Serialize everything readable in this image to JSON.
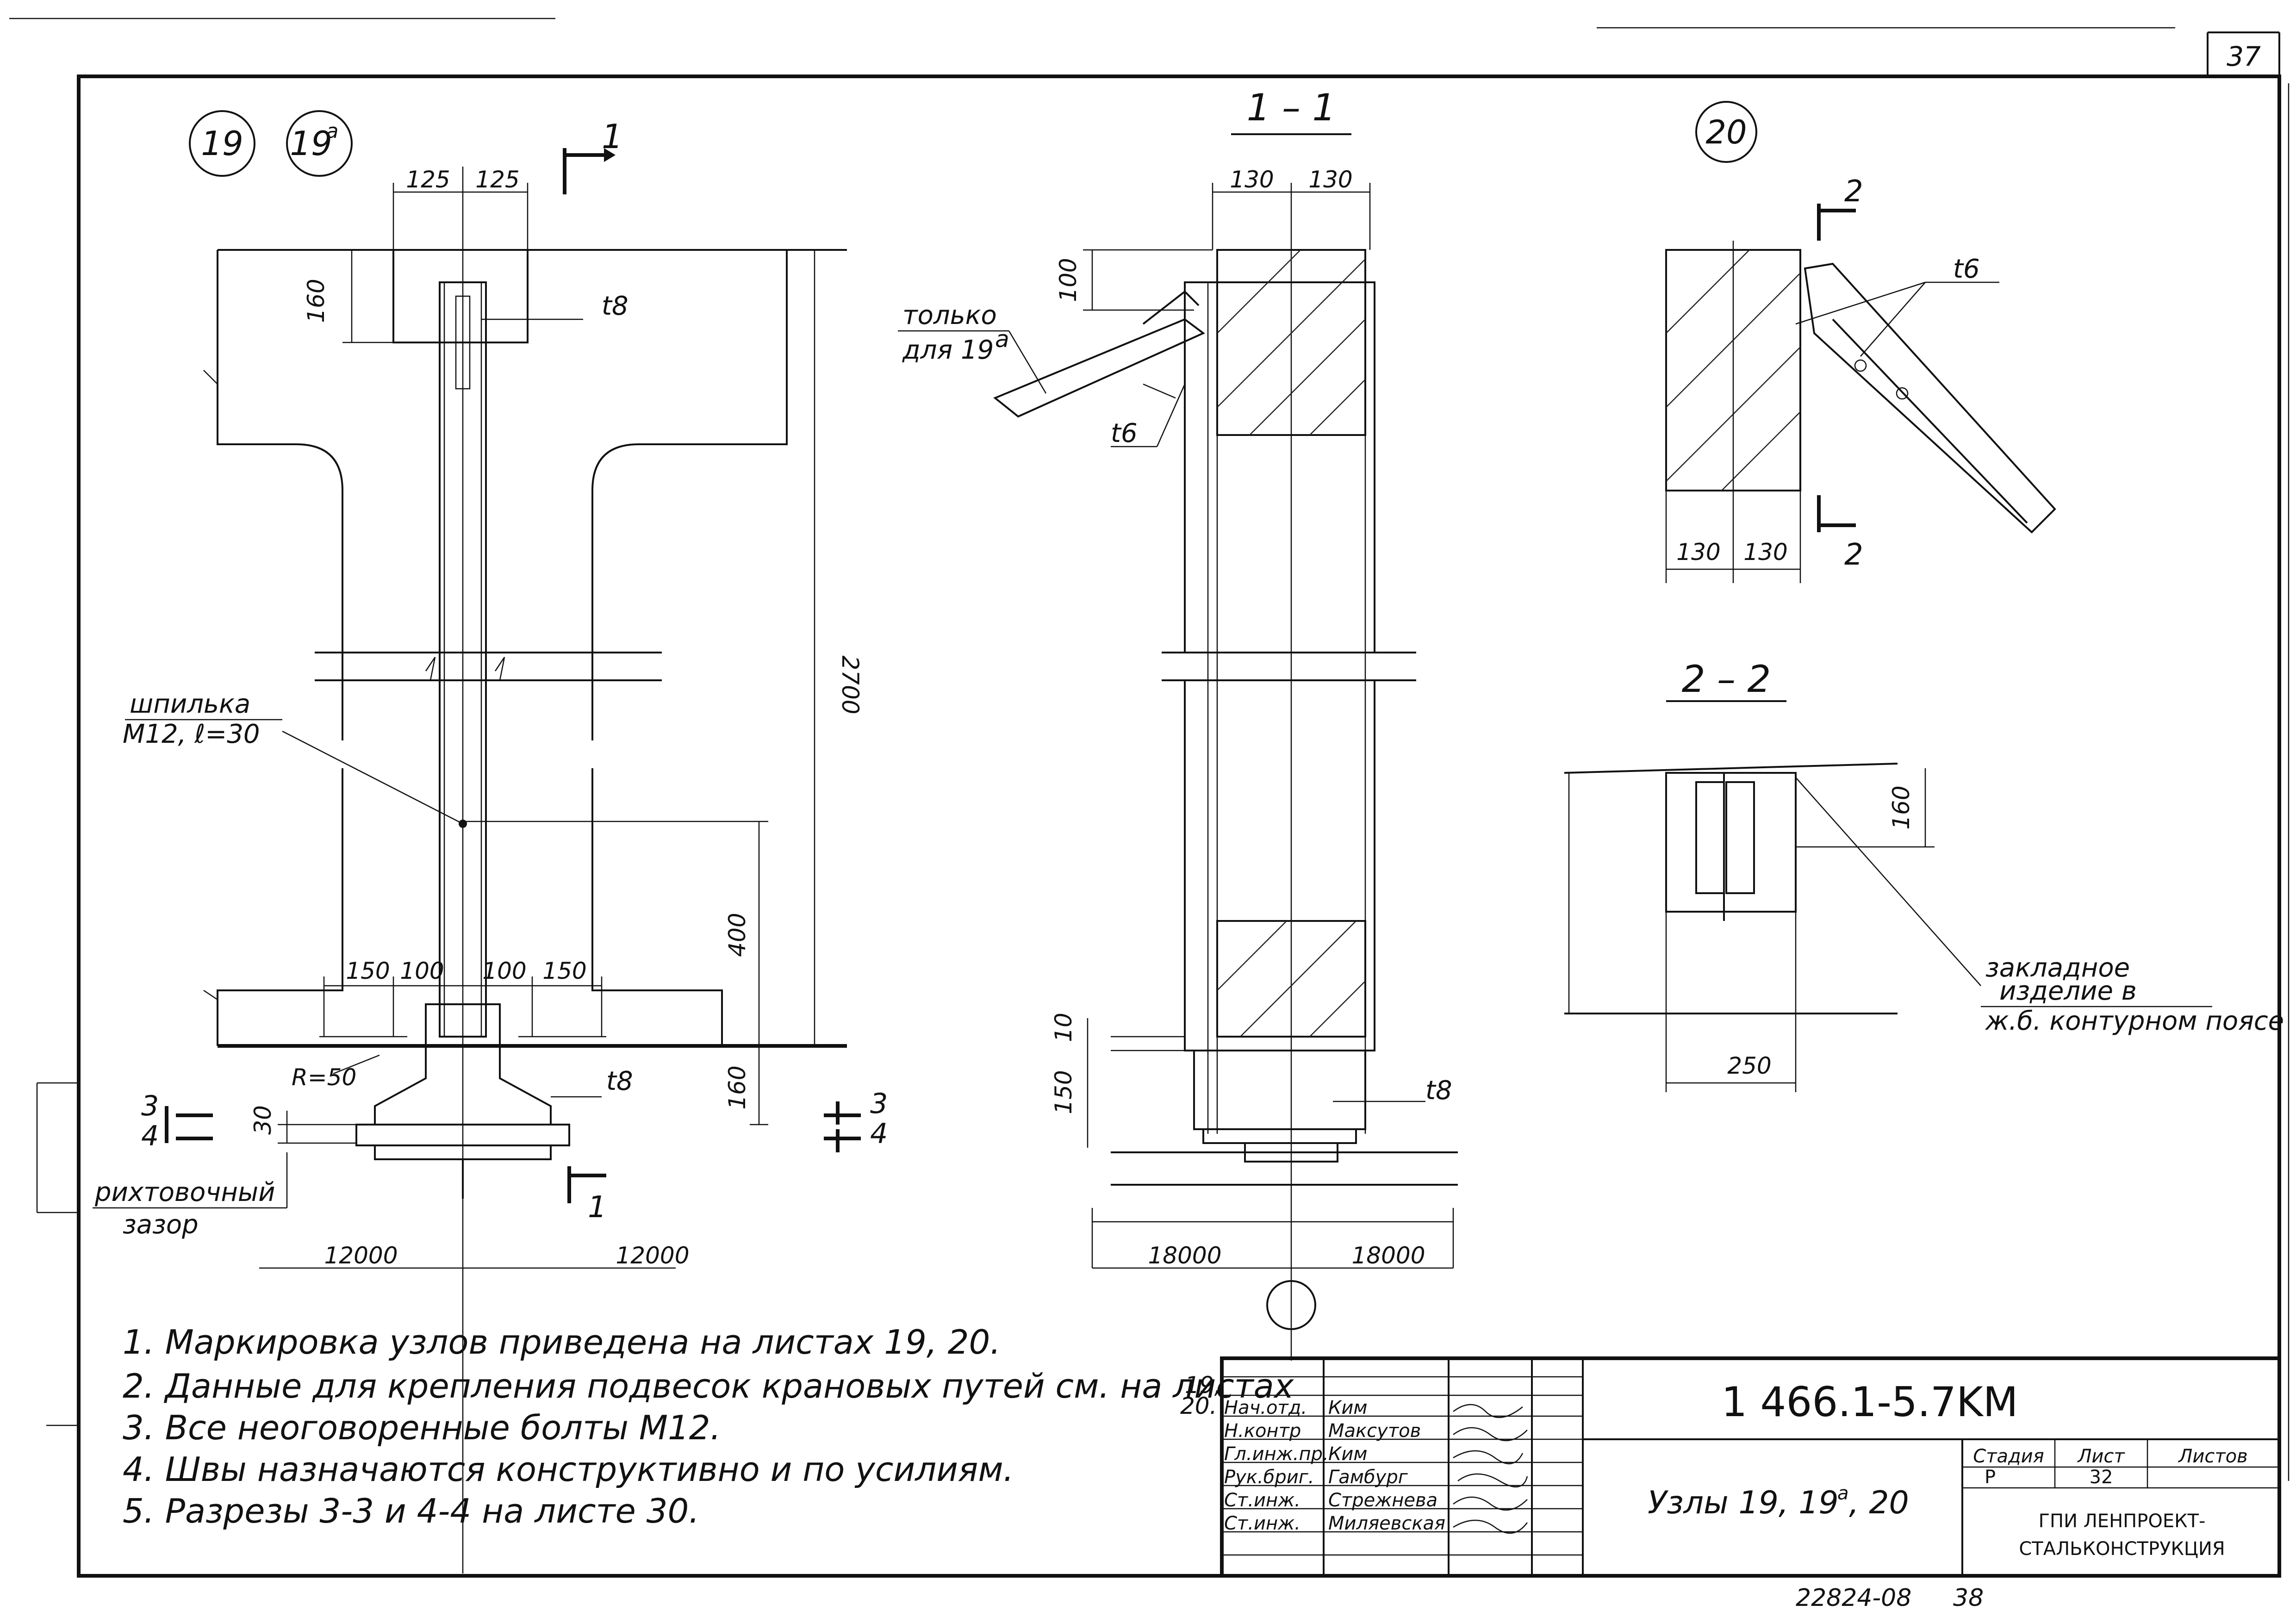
{
  "sheet": {
    "number": "37",
    "footer_number": "22824-08",
    "footer_page": "38"
  },
  "node_labels": {
    "n19": "19",
    "n19a": "19",
    "n19a_sup": "a",
    "n20": "20",
    "ground_node": ""
  },
  "sections": {
    "s1_1": "1 – 1",
    "s2_2": "2 – 2",
    "cut1": "1",
    "cut2": "2",
    "cut3": "3",
    "cut4": "4"
  },
  "dimensions": {
    "d125a": "125",
    "d125b": "125",
    "d160_top": "160",
    "d2700": "2700",
    "d400": "400",
    "d160_bot": "160",
    "d30": "30",
    "d150a": "150",
    "d100a": "100",
    "d100b": "100",
    "d150b": "150",
    "r50": "R=50",
    "span_left_a": "12000",
    "span_left_b": "12000",
    "d130a": "130",
    "d130b": "130",
    "d100_mid": "100",
    "d10": "10",
    "d150_mid": "150",
    "span_mid_a": "18000",
    "span_mid_b": "18000",
    "d130c": "130",
    "d130d": "130",
    "d160_r": "160",
    "d250": "250"
  },
  "callouts": {
    "t8_top": "t8",
    "t8_bot": "t8",
    "t8_mid": "t8",
    "t6_mid": "t6",
    "t6_right": "t6",
    "stud_line1": "шпилька",
    "stud_line2": "M12, ℓ=30",
    "only_line1": "только",
    "only_line2": "для 19",
    "only_sup": "a",
    "gap_line1": "рихтовочный",
    "gap_line2": "зазор",
    "embed_line1": "закладное",
    "embed_line2": "изделие    в",
    "embed_line3": "ж.б. контурном поясе"
  },
  "notes": [
    "1. Маркировка узлов приведена на листах 19, 20.",
    "2. Данные для крепления подвесок крановых путей см. на листах",
    "3. Все неоговоренные болты М12.",
    "4. Швы назначаются конструктивно и по усилиям.",
    "5. Разрезы 3-3 и 4-4 на листе 30."
  ],
  "note2_tail": "19,",
  "note2_tail2": "20.",
  "title_block": {
    "code": "1 466.1-5.7KM",
    "title": "Узлы 19, 19",
    "title_sup": "a",
    "title_end": ", 20",
    "stage_label": "Стадия",
    "sheet_label": "Лист",
    "sheets_label": "Листов",
    "stage_value": "Р",
    "sheet_value": "32",
    "org_line1": "ГПИ ЛЕНПРОЕКТ-",
    "org_line2": "СТАЛЬКОНСТРУКЦИЯ",
    "signers": [
      {
        "role": "Нач.отд.",
        "name": "Ким"
      },
      {
        "role": "Н.контр",
        "name": "Максутов"
      },
      {
        "role": "Гл.инж.пр.",
        "name": "Ким"
      },
      {
        "role": "Рук.бриг.",
        "name": "Гамбург"
      },
      {
        "role": "Ст.инж.",
        "name": "Стрежнева"
      },
      {
        "role": "Ст.инж.",
        "name": "Миляевская"
      }
    ]
  }
}
